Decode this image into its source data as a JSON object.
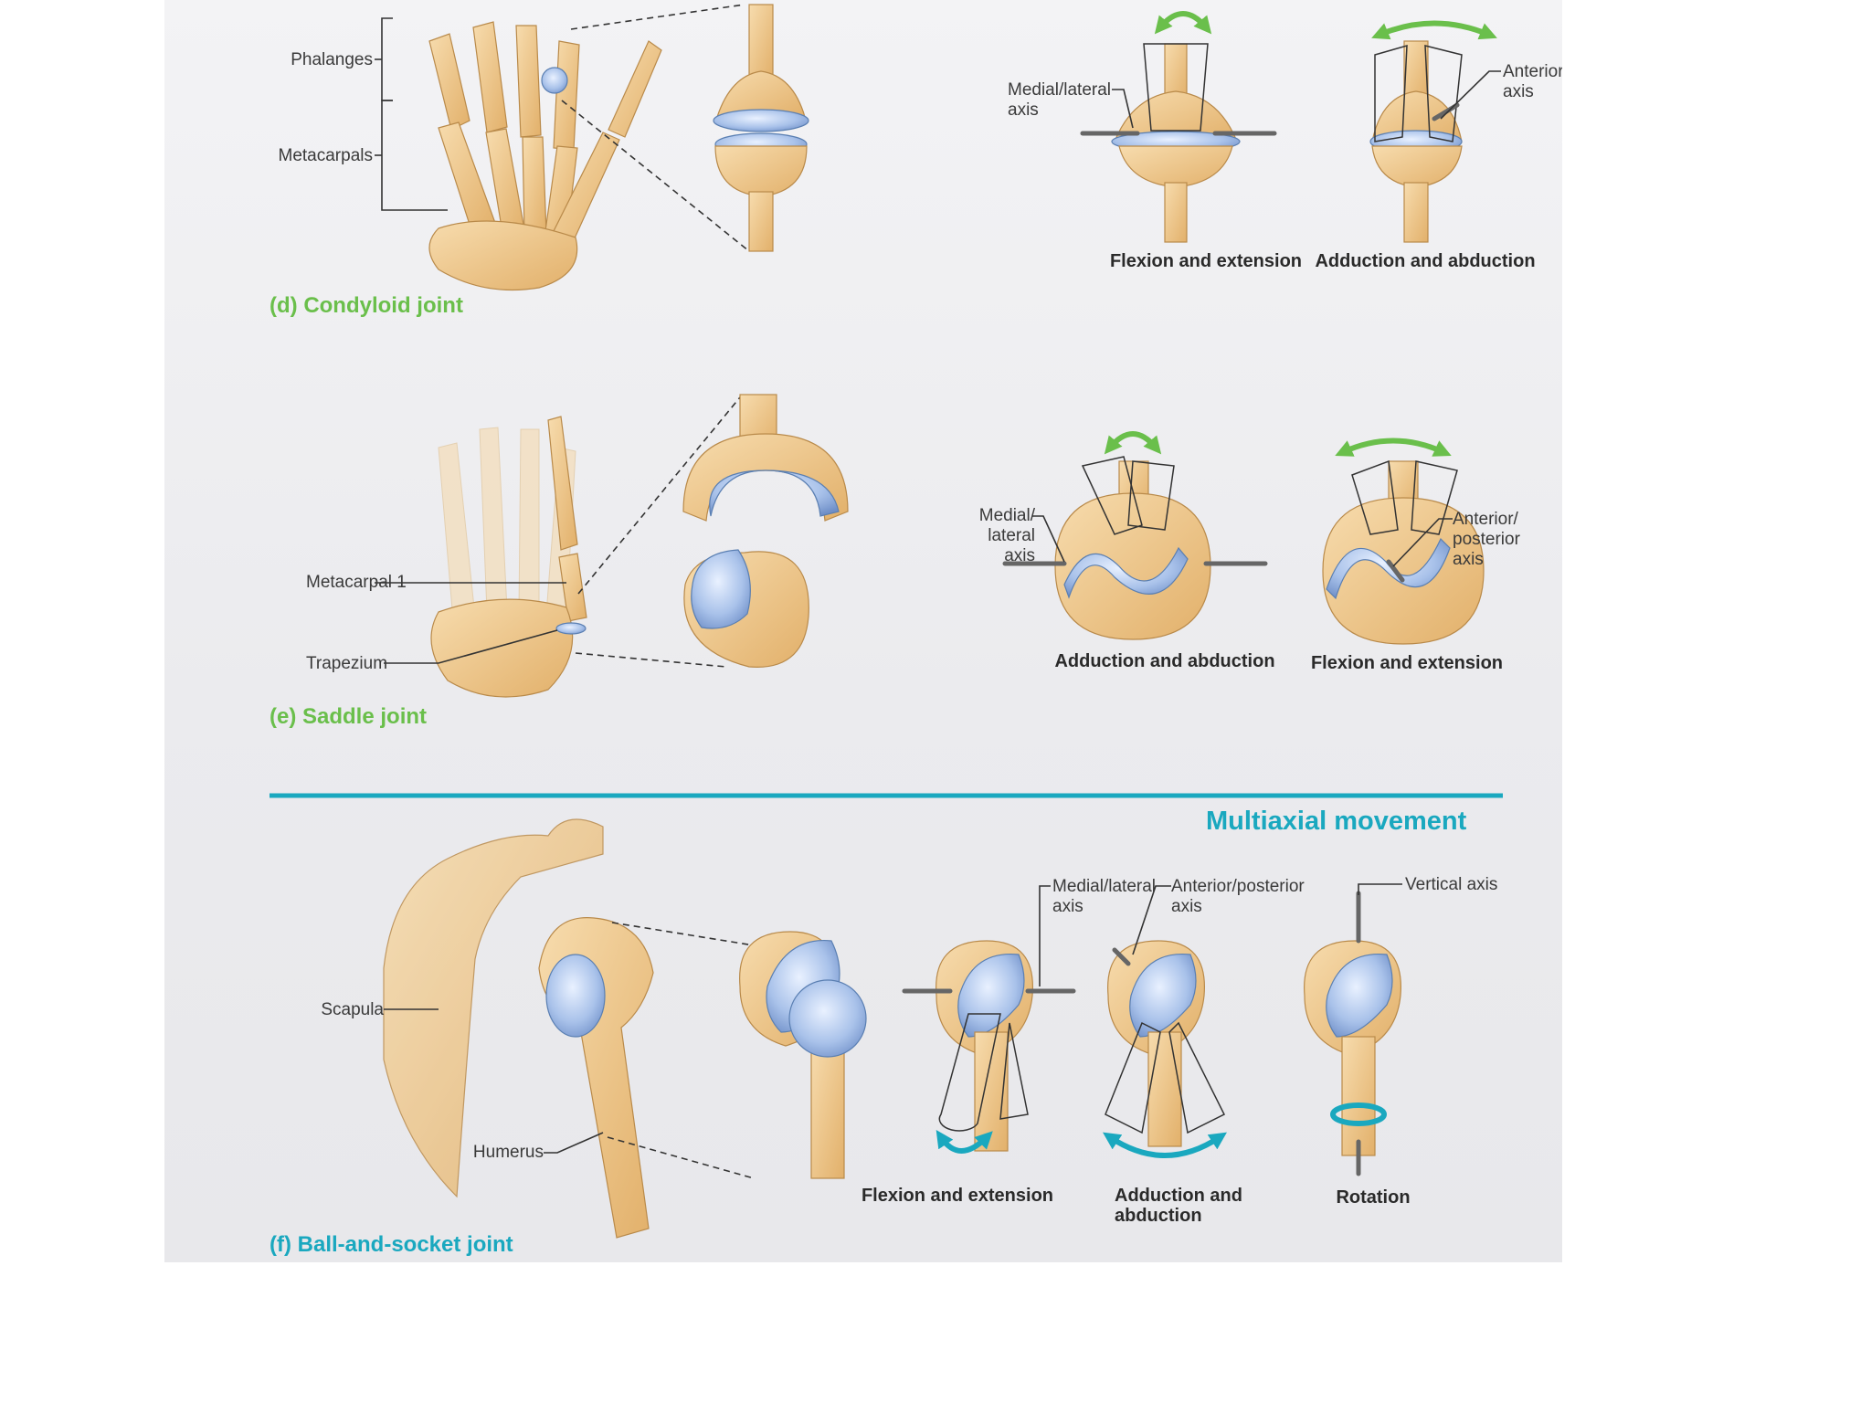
{
  "sections": {
    "condyloid": {
      "title": "(d) Condyloid joint",
      "labels": {
        "phalanges": "Phalanges",
        "metacarpals": "Metacarpals",
        "medial_lateral_axis": [
          "Medial/lateral",
          "axis"
        ],
        "anterior_posterior_axis": [
          "Anterior/posterior",
          "axis"
        ]
      },
      "captions": {
        "flexion": "Flexion and extension",
        "adduction": "Adduction and abduction"
      }
    },
    "saddle": {
      "title": "(e) Saddle joint",
      "labels": {
        "metacarpal_1": "Metacarpal 1",
        "trapezium": "Trapezium",
        "medial_lateral_axis": [
          "Medial/",
          "lateral",
          "axis"
        ],
        "anterior_posterior_axis": [
          "Anterior/",
          "posterior",
          "axis"
        ]
      },
      "captions": {
        "adduction": "Adduction and abduction",
        "flexion": "Flexion and extension"
      }
    },
    "multiaxial": {
      "heading": "Multiaxial movement"
    },
    "ball_socket": {
      "title": "(f) Ball-and-socket joint",
      "labels": {
        "scapula": "Scapula",
        "humerus": "Humerus",
        "medial_lateral_axis": [
          "Medial/lateral",
          "axis"
        ],
        "anterior_posterior_axis": [
          "Anterior/posterior",
          "axis"
        ],
        "vertical_axis": "Vertical axis"
      },
      "captions": {
        "flexion": "Flexion and extension",
        "adduction": [
          "Adduction and",
          "abduction"
        ],
        "rotation": "Rotation"
      }
    }
  },
  "colors": {
    "biaxial_accent": "#6abf4b",
    "multiaxial_accent": "#1aa8bf",
    "bone": "#f0c98e",
    "cartilage": "#9fb8e0"
  }
}
